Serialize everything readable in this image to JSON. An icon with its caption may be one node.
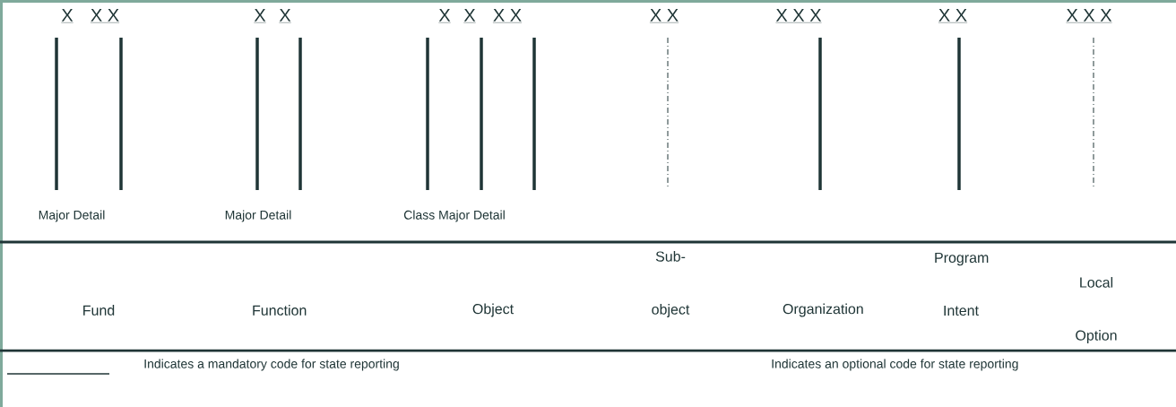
{
  "diagram": {
    "labels": [
      "X",
      "X X",
      "X",
      "X",
      "X",
      "X",
      "X X",
      "X X",
      "X X X",
      "X X",
      "X X X",
      "Major Detail",
      "Major Detail",
      "Class Major Detail",
      "Fund",
      "Function",
      "Object",
      "Sub- object",
      "Organization",
      "Program Intent",
      "Local Option",
      "Indicates an optional code for state reporting"
    ],
    "legend": [
      {
        "text": "Indicates a mandatory code for state reporting"
      }
    ]
  }
}
